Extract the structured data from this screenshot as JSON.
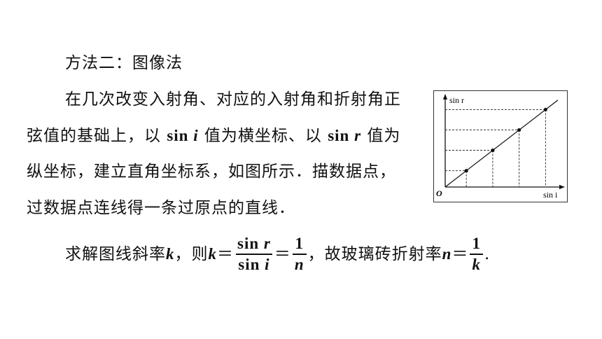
{
  "heading": "方法二：图像法",
  "paragraph": {
    "l1": "在几次改变入射角、对应的入射角和折射角正",
    "l2_a": "弦值的基础上，以 ",
    "l2_sin": "sin ",
    "l2_i": "i",
    "l2_b": " 值为横坐标、以 ",
    "l2_sin2": "sin ",
    "l2_r": "r",
    "l2_c": " 值为",
    "l3": "纵坐标，建立直角坐标系，如图所示．描数据点，",
    "l4": "过数据点连线得一条过原点的直线．"
  },
  "formula": {
    "lead": "求解图线斜率 ",
    "k": "k",
    "then": "，则 ",
    "k2": "k",
    "eq1": "＝",
    "num_sin": "sin ",
    "num_r": "r",
    "den_sin": "sin ",
    "den_i": "i",
    "eq2": "＝",
    "num_1": "1",
    "den_n": "n",
    "mid": "，故玻璃砖折射率 ",
    "n": "n",
    "eq3": "＝",
    "num_1b": "1",
    "den_k": "k",
    "end": "."
  },
  "graph": {
    "y_axis_label": "sin r",
    "x_axis_label": "sin i",
    "origin_label": "O"
  },
  "chart_data": {
    "type": "scatter",
    "title": "",
    "xlabel": "sin i",
    "ylabel": "sin r",
    "x": [
      0.2,
      0.45,
      0.7,
      0.95
    ],
    "y": [
      0.2,
      0.45,
      0.7,
      0.95
    ],
    "xlim": [
      0,
      1.1
    ],
    "ylim": [
      0,
      1.1
    ],
    "fit_line": "through origin",
    "grid": false
  }
}
